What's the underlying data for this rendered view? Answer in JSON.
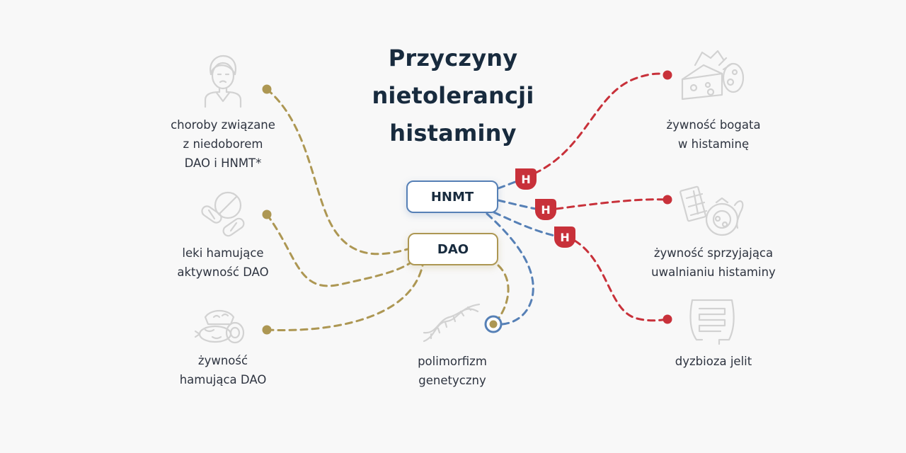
{
  "title": {
    "line1": "Przyczyny",
    "line2": "nietolerancji",
    "line3": "histaminy"
  },
  "center": {
    "hnmt": "HNMT",
    "dao": "DAO"
  },
  "causes_left": [
    {
      "line1": "choroby związane",
      "line2": "z niedoborem",
      "line3": "DAO i HNMT*",
      "icon": "person-icon"
    },
    {
      "line1": "leki hamujące",
      "line2": "aktywność DAO",
      "icon": "pills-icon"
    },
    {
      "line1": "żywność",
      "line2": "hamująca DAO",
      "icon": "sausage-food-icon"
    }
  ],
  "cause_bottom": {
    "line1": "polimorfizm",
    "line2": "genetyczny",
    "icon": "dna-icon"
  },
  "causes_right": [
    {
      "line1": "żywność bogata",
      "line2": "w histaminę",
      "icon": "cheese-icon"
    },
    {
      "line1": "żywność sprzyjająca",
      "line2": "uwalnianiu histaminy",
      "icon": "chocolate-tomato-icon"
    },
    {
      "line1": "dyzbioza jelit",
      "icon": "intestine-icon"
    }
  ],
  "marker_letter": "H",
  "colors": {
    "gold": "#ad9753",
    "blue": "#5680b6",
    "red": "#c8313a",
    "title": "#182b3e",
    "icon": "#d2d2d2"
  }
}
